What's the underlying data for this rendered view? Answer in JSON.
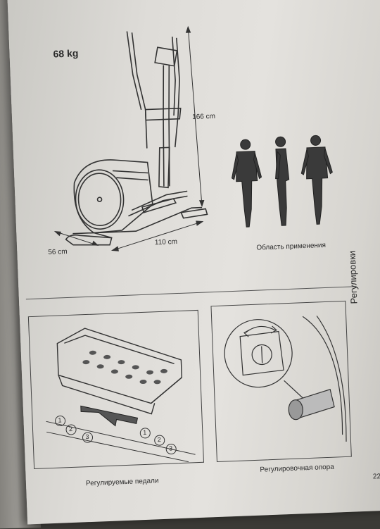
{
  "spec": {
    "weight": "68 kg",
    "height": "166 cm",
    "length": "110 cm",
    "width": "56 cm"
  },
  "muscles": {
    "caption": "Область применения"
  },
  "adjustments": {
    "section_title": "Регулировки",
    "pedals_caption": "Регулируемые педали",
    "support_caption": "Регулировочная опора",
    "positions": [
      "1",
      "2",
      "3"
    ]
  },
  "page_number": "22",
  "colors": {
    "paper": "#e0ded9",
    "ink": "#2a2a2a",
    "muscle": "#3a3a3a"
  }
}
